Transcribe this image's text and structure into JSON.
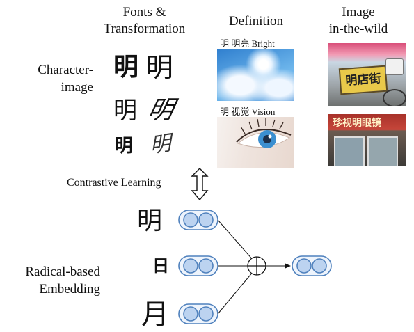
{
  "columns": {
    "fonts_header_line1": "Fonts &",
    "fonts_header_line2": "Transformation",
    "definition_header": "Definition",
    "wild_header_line1": "Image",
    "wild_header_line2": "in-the-wild"
  },
  "left_labels": {
    "character_image_line1": "Character-",
    "character_image_line2": "image",
    "radical_line1": "Radical-based",
    "radical_line2": "Embedding"
  },
  "glyphs": {
    "font_variants": [
      "明",
      "明",
      "明",
      "明",
      "明",
      "明"
    ],
    "radical_whole": "明",
    "radical_sun": "日",
    "radical_moon": "月"
  },
  "definitions": {
    "bright_caption": "明 明亮 Bright",
    "vision_caption": "明 视觉 Vision"
  },
  "wild_images": {
    "sign1_text": "明店街",
    "sign2_text": "珍视明眼镜"
  },
  "contrastive_label": "Contrastive Learning",
  "colors": {
    "embedding_fill": "#bcd3f0",
    "embedding_stroke": "#4f81bd",
    "sky": "#4a9fe0"
  }
}
